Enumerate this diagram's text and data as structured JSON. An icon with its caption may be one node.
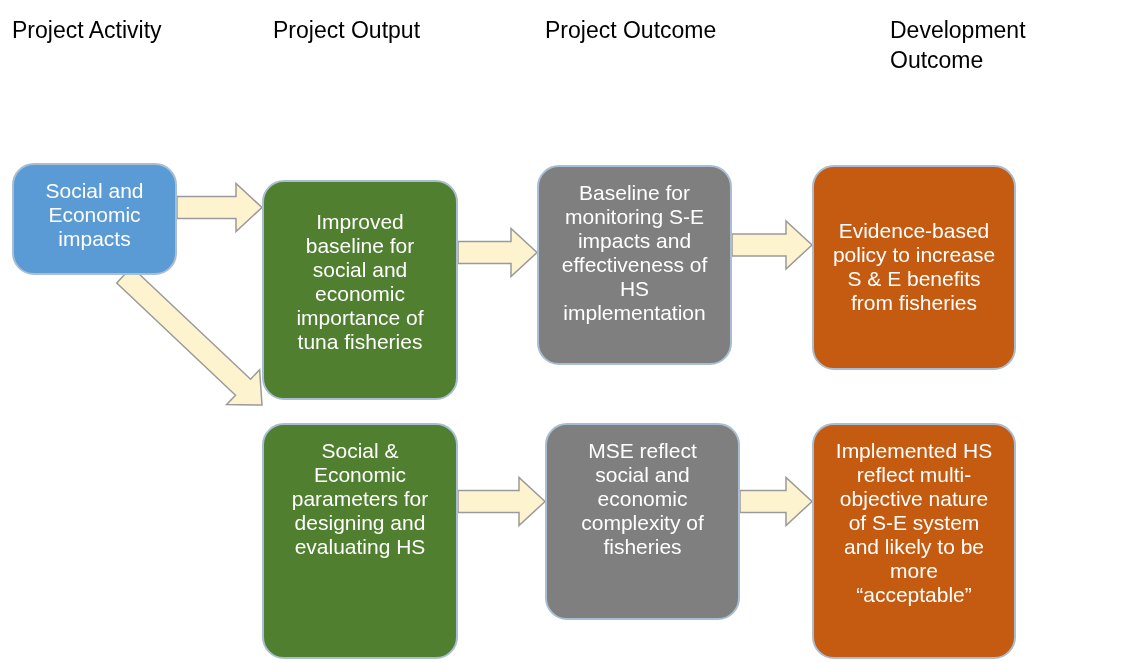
{
  "diagram": {
    "nodes": [
      {
        "text": [
          "Social and Economic impacts"
        ]
      },
      {
        "text": [
          "Improved baseline for social and economic importance of tuna fisheries"
        ]
      },
      {
        "text": [
          "Baseline for monitoring S-E impacts and effectiveness of HS implementation"
        ]
      },
      {
        "text": [
          "Evidence-based policy to increase S & E benefits from fisheries"
        ]
      },
      {
        "text": [
          "Social & Economic parameters for designing and evaluating HS"
        ]
      },
      {
        "text": [
          "MSE reflect social and economic complexity of fisheries"
        ]
      },
      {
        "text": [
          "Implemented HS reflect multi-objective nature of S-E system and likely to be more “acceptable”"
        ]
      }
    ],
    "edges": [
      {
        "from": 0,
        "to": 1,
        "arrow": "to"
      },
      {
        "from": 1,
        "to": 2,
        "arrow": "to"
      },
      {
        "from": 2,
        "to": 3,
        "arrow": "to"
      },
      {
        "from": 0,
        "to": 4,
        "arrow": "to"
      },
      {
        "from": 4,
        "to": 5,
        "arrow": "to"
      },
      {
        "from": 5,
        "to": 6,
        "arrow": "to"
      }
    ],
    "labels": [
      "Project Activity",
      "Project Output",
      "Project Outcome",
      "Development Outcome"
    ]
  }
}
